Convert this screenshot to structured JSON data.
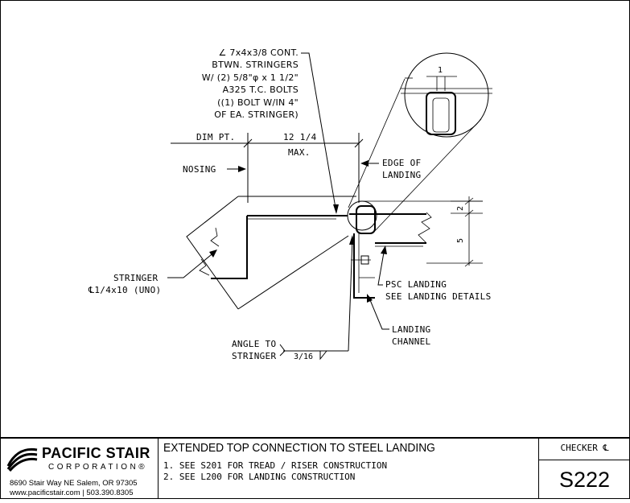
{
  "drawing": {
    "angle_callout": [
      "∠ 7x4x3/8 CONT.",
      "BTWN. STRINGERS",
      "W/ (2) 5/8\"φ x 1 1/2\"",
      "A325 T.C. BOLTS",
      "((1) BOLT W/IN 4\"",
      "OF EA. STRINGER)"
    ],
    "dim_pt": "DIM PT.",
    "dim_value": "12 1/4",
    "dim_max": "MAX.",
    "nosing": "NOSING",
    "edge_of_landing": [
      "EDGE OF",
      "LANDING"
    ],
    "detail_dim": "1",
    "dim_right_top": "2",
    "dim_right_bottom": "5",
    "stringer": [
      "STRINGER",
      "℄1/4x10 (UNO)"
    ],
    "psc_landing": [
      "PSC LANDING",
      "SEE LANDING DETAILS"
    ],
    "landing_channel": [
      "LANDING",
      "CHANNEL"
    ],
    "angle_to_stringer": [
      "ANGLE TO",
      "STRINGER"
    ],
    "weld_size": "3/16"
  },
  "title_block": {
    "company": "PACIFIC STAIR",
    "company_sub": "CORPORATION®",
    "address": "8690 Stair Way NE Salem, OR 97305",
    "contact": "www.pacificstair.com  |  503.390.8305",
    "title": "EXTENDED TOP CONNECTION TO STEEL LANDING",
    "notes": [
      "1. SEE S201 FOR TREAD / RISER CONSTRUCTION",
      "2. SEE L200 FOR LANDING CONSTRUCTION"
    ],
    "checker": "CHECKER ℄",
    "sheet_number": "S222"
  }
}
